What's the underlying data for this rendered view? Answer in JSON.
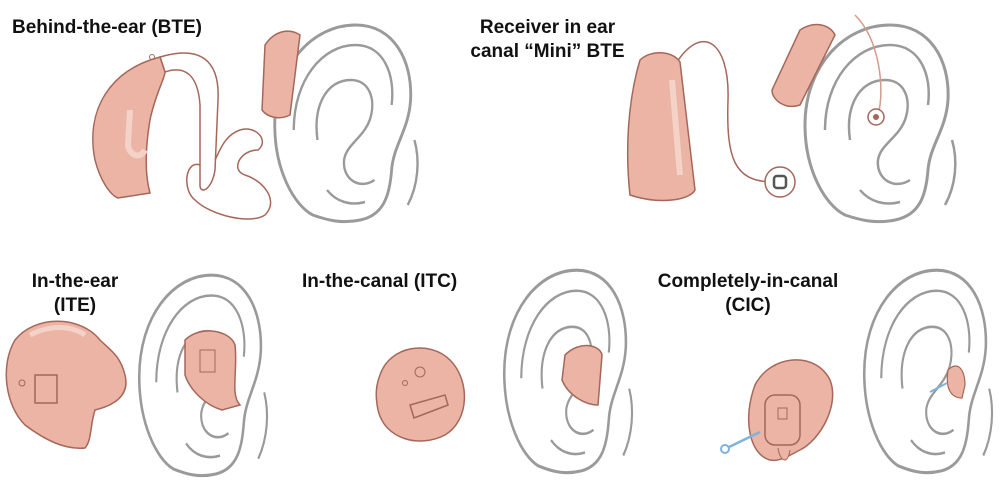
{
  "colors": {
    "device_fill": "#ebb4a4",
    "device_stroke": "#a5675a",
    "ear_stroke": "#9a9a9a",
    "highlight": "#f5d2c8",
    "wire": "#7fb2dd"
  },
  "labels": {
    "bte": "Behind-the-ear  (BTE)",
    "ric_line1": "Receiver in ear",
    "ric_line2": "canal “Mini” BTE",
    "ite_line1": "In-the-ear",
    "ite_line2": "(ITE)",
    "itc": "In-the-canal (ITC)",
    "cic_line1": "Completely-in-canal",
    "cic_line2": "(CIC)"
  }
}
